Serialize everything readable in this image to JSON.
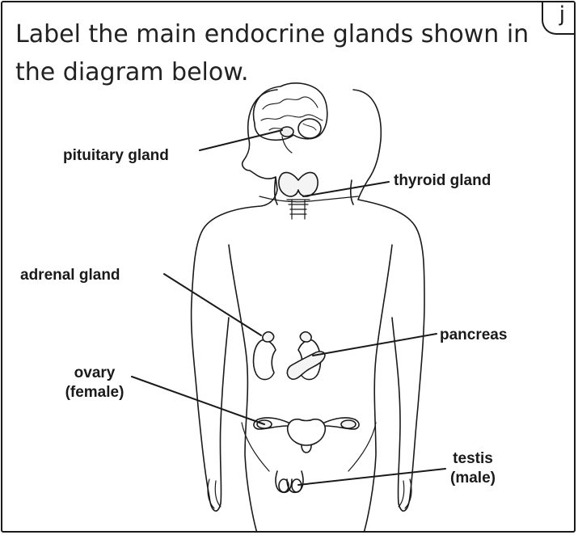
{
  "corner_letter": "j",
  "instruction": "Label the main endocrine glands shown in the diagram below.",
  "labels": {
    "pituitary": "pituitary gland",
    "thyroid": "thyroid gland",
    "adrenal": "adrenal gland",
    "pancreas": "pancreas",
    "ovary_line1": "ovary",
    "ovary_line2": "(female)",
    "testis_line1": "testis",
    "testis_line2": "(male)"
  }
}
